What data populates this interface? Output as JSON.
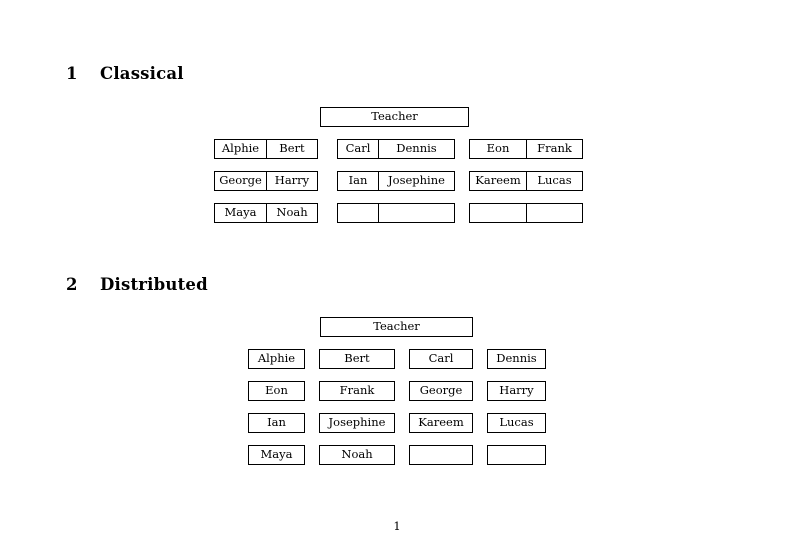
{
  "document": {
    "page_number": "1",
    "background_color": "#ffffff",
    "text_color": "#000000",
    "border_color": "#000000"
  },
  "sections": [
    {
      "number": "1",
      "title": "Classical",
      "teacher_label": "Teacher",
      "layout": "three-groups-of-paired-cells",
      "groups": [
        {
          "name": "group-a",
          "rows": [
            [
              "Alphie",
              "Bert"
            ],
            [
              "George",
              "Harry"
            ],
            [
              "Maya",
              "Noah"
            ]
          ]
        },
        {
          "name": "group-b",
          "rows": [
            [
              "Carl",
              "Dennis"
            ],
            [
              "Ian",
              "Josephine"
            ],
            [
              "",
              ""
            ]
          ]
        },
        {
          "name": "group-c",
          "rows": [
            [
              "Eon",
              "Frank"
            ],
            [
              "Kareem",
              "Lucas"
            ],
            [
              "",
              ""
            ]
          ]
        }
      ]
    },
    {
      "number": "2",
      "title": "Distributed",
      "teacher_label": "Teacher",
      "layout": "four-column-grid-of-single-boxes",
      "grid": [
        [
          "Alphie",
          "Bert",
          "Carl",
          "Dennis"
        ],
        [
          "Eon",
          "Frank",
          "George",
          "Harry"
        ],
        [
          "Ian",
          "Josephine",
          "Kareem",
          "Lucas"
        ],
        [
          "Maya",
          "Noah",
          "",
          ""
        ]
      ]
    }
  ]
}
